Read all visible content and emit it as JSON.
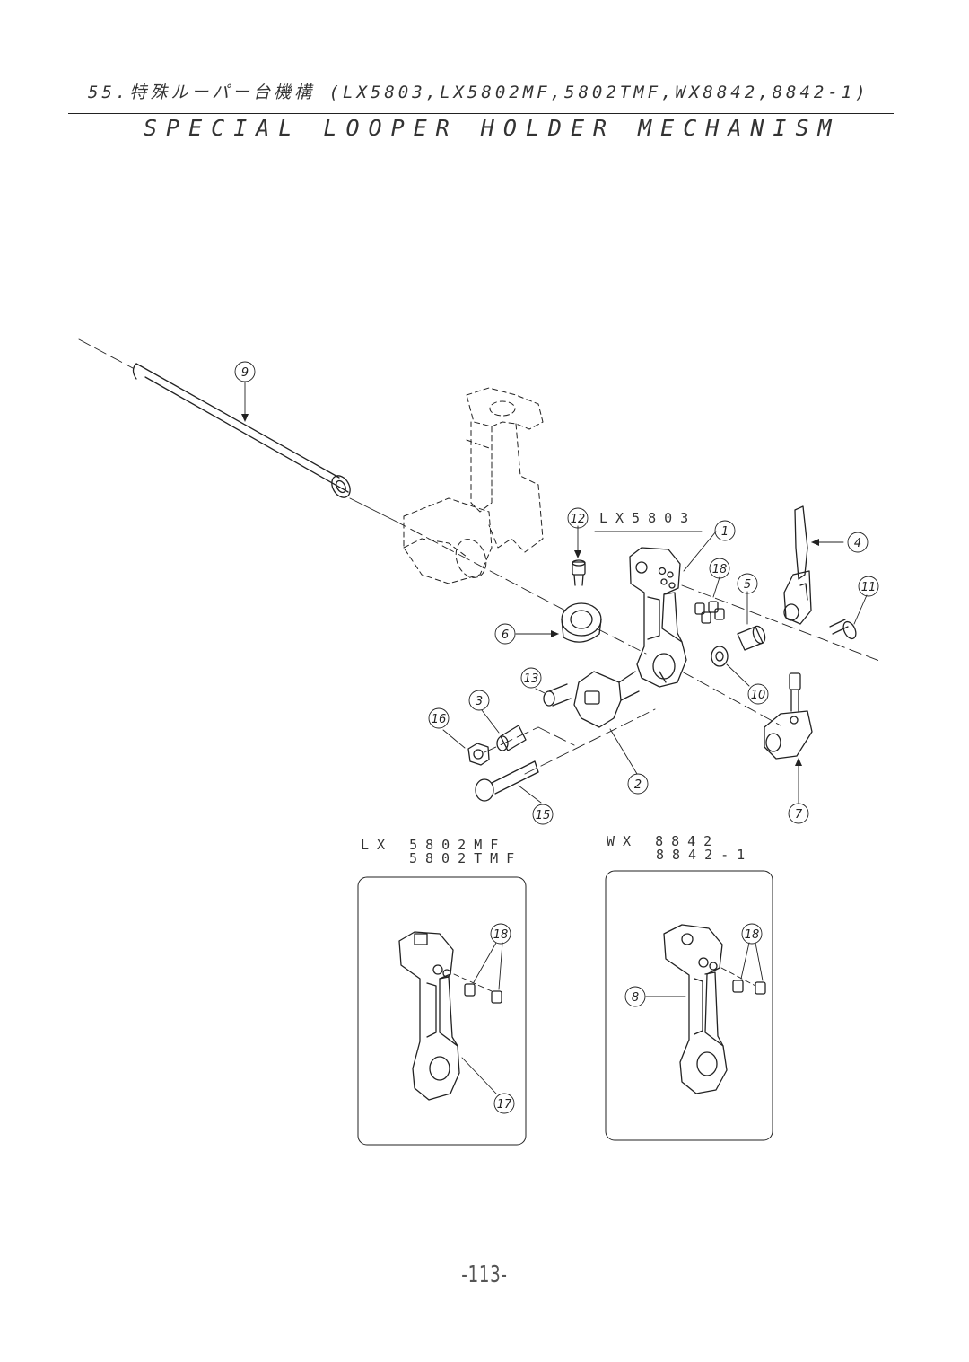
{
  "header": {
    "title_jp": "55.特殊ルーパー台機構 (LX5803,LX5802MF,5802TMF,WX8842,8842-1)",
    "title_en": "SPECIAL LOOPER HOLDER MECHANISM"
  },
  "models": {
    "main": "LX5803",
    "left_box_line1": "LX 5802MF",
    "left_box_line2": "5802TMF",
    "right_box_line1": "WX 8842",
    "right_box_line2": "8842-1"
  },
  "callouts": [
    "9",
    "12",
    "1",
    "4",
    "18",
    "5",
    "11",
    "6",
    "13",
    "3",
    "10",
    "16",
    "2",
    "7",
    "15",
    "18",
    "17",
    "8",
    "18"
  ],
  "page_number": "-113-"
}
